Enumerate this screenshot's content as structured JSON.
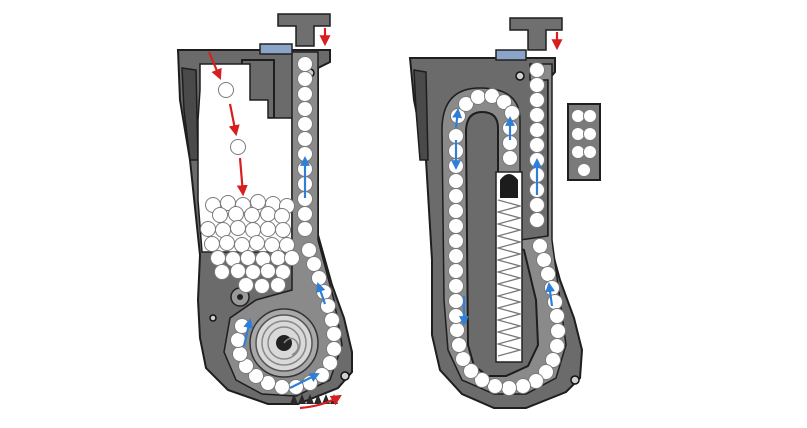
{
  "diagram": {
    "title": "",
    "colors": {
      "background": "#ffffff",
      "housing": "#6b6b6b",
      "housing_dark": "#4a4a4a",
      "housing_outline": "#1e1e1e",
      "chamber": "#ffffff",
      "ball_fill": "#ffffff",
      "ball_stroke": "#7a7a7a",
      "track_bg": "#8a8a8a",
      "gear_fill": "#d9d9d9",
      "gear_ring": "#9a9a9a",
      "spring": "#777777",
      "feed_arrow": "#d81e1e",
      "flow_arrow": "#2f7fd6",
      "cap": "#6f6f6f",
      "nozzle": "#5a7fb0"
    },
    "left_panel": {
      "label": "",
      "components": [
        "hopper-chamber",
        "loose-balls",
        "feed-track",
        "winding-gear",
        "feed-cap",
        "gear-teeth"
      ],
      "feed_arrows": 4,
      "flow_arrows": 4,
      "loose_ball_count": 39
    },
    "right_panel": {
      "label": "",
      "components": [
        "u-track",
        "center-spring",
        "follower",
        "feed-cap"
      ],
      "feed_arrows": 1,
      "flow_arrows": 6
    },
    "inset": {
      "label": "",
      "components": [
        "ball-stack-inset"
      ]
    }
  }
}
